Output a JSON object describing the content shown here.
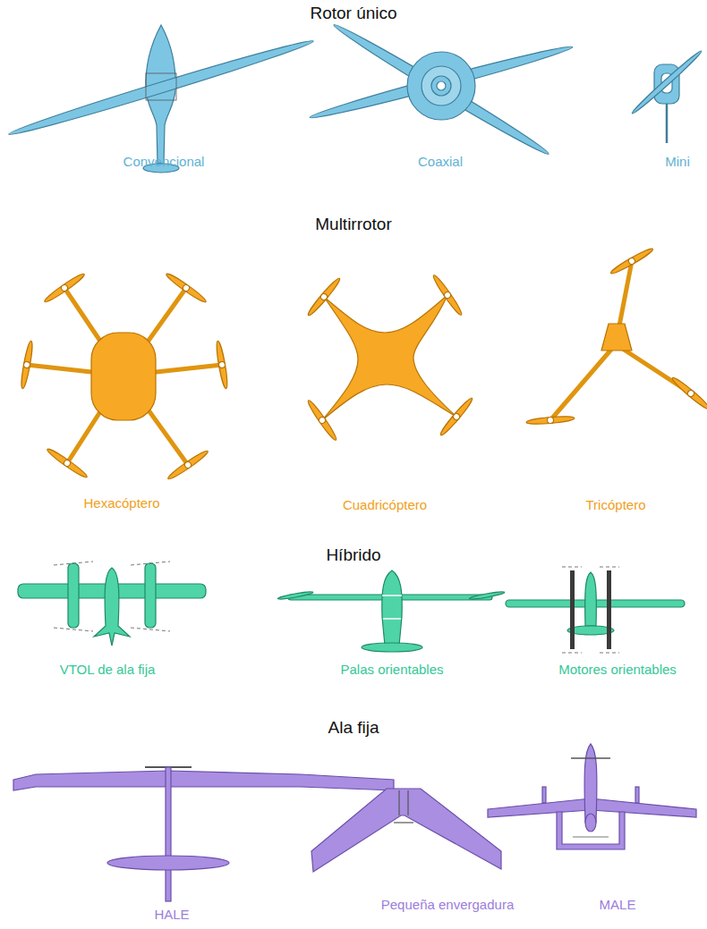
{
  "diagram": {
    "labels": [
      "Rotor único",
      "Convencional",
      "Coaxial",
      "Mini",
      "Multirrotor",
      "Hexacóptero",
      "Cuadricóptero",
      "Tricóptero",
      "Híbrido",
      "VTOL de ala fija",
      "Palas orientables",
      "Motores orientables",
      "Ala fija",
      "HALE",
      "Pequeña envergadura",
      "MALE"
    ]
  }
}
